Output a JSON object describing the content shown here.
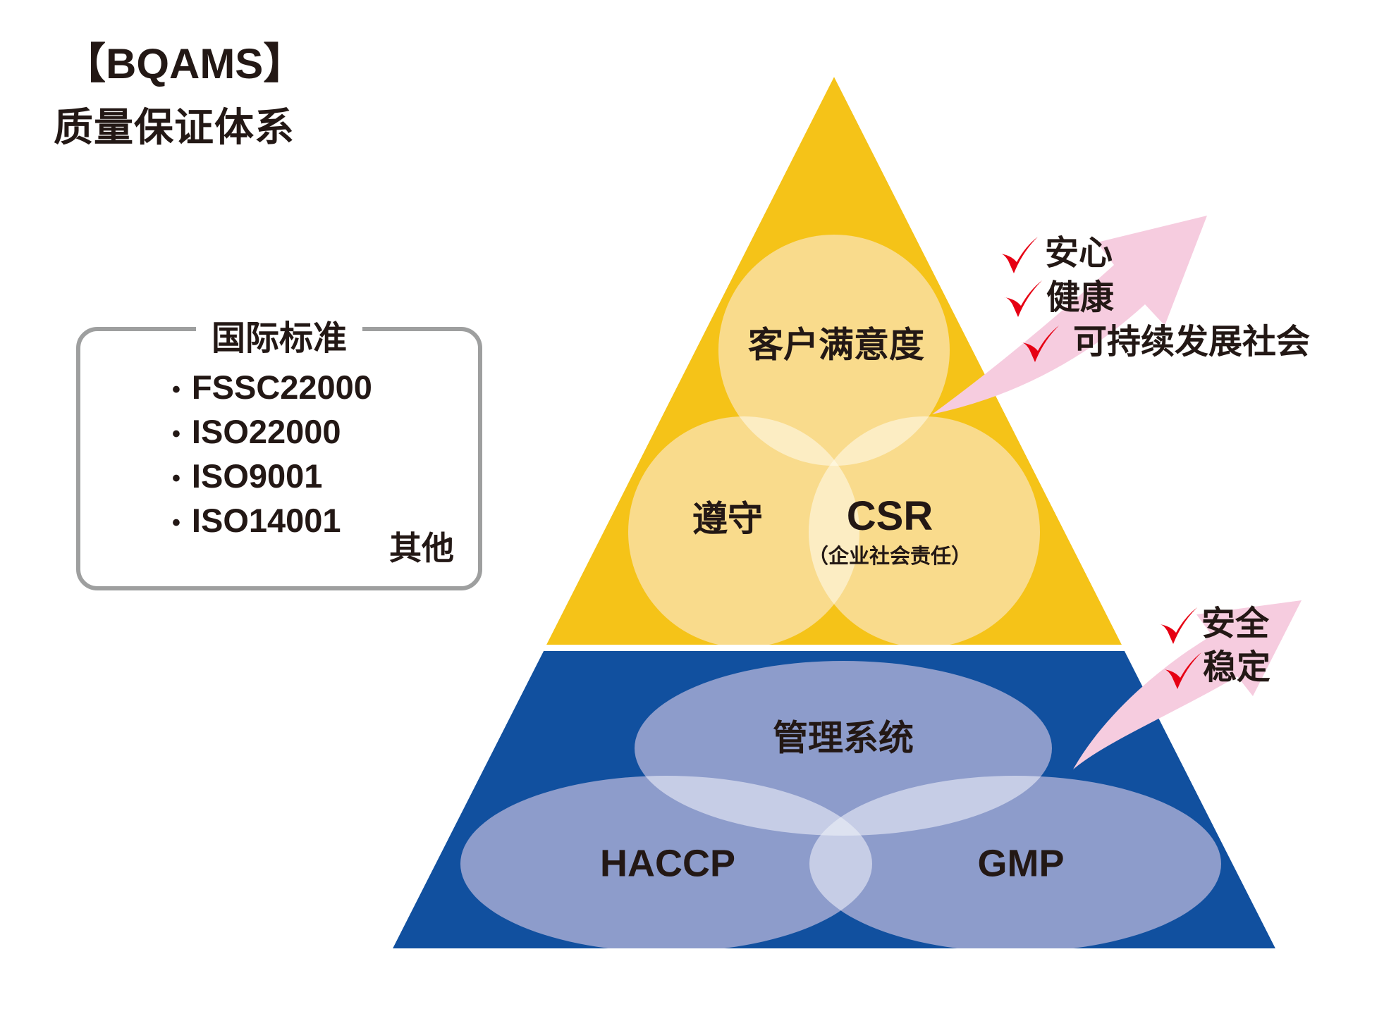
{
  "title": {
    "line1": "【BQAMS】",
    "line2": "质量保证体系"
  },
  "standards_box": {
    "title": "国际标准",
    "bullet": "•",
    "items": [
      "FSSC22000",
      "ISO22000",
      "ISO9001",
      "ISO14001"
    ],
    "note": "其他"
  },
  "pyramid": {
    "upper_tier": {
      "circles": [
        {
          "label": "客户满意度"
        },
        {
          "label": "遵守"
        },
        {
          "label": "CSR",
          "sublabel": "（企业社会责任）"
        }
      ]
    },
    "lower_tier": {
      "ellipses": [
        {
          "label": "管理系统"
        },
        {
          "label": "HACCP"
        },
        {
          "label": "GMP"
        }
      ]
    }
  },
  "upper_outcomes": {
    "items": [
      "安心",
      "健康",
      "可持续发展社会"
    ]
  },
  "lower_outcomes": {
    "items": [
      "安全",
      "稳定"
    ]
  },
  "colors": {
    "pyramid_gold": "#F5C318",
    "circle_light_gold": "#F9DB8C",
    "circle_overlap_gold": "#FCEDC3",
    "circle_triple_gold": "#FEF6DB",
    "pyramid_blue": "#11509F",
    "ellipse_light_blue": "#8D9CCB",
    "ellipse_overlap_blue": "#C6CDE6",
    "ellipse_triple_blue": "#DDE2F0",
    "arrow_pink": "#F6CCDF",
    "check_red": "#E60013",
    "box_border_gray": "#9E9F9F",
    "text_dark": "#231815"
  }
}
